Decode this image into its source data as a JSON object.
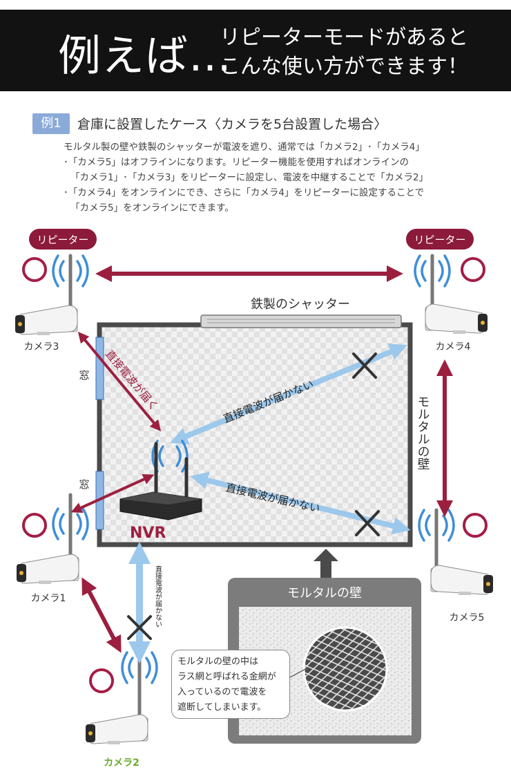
{
  "header": {
    "title_big": "例えば…",
    "title_line1": "リピーターモードがあると",
    "title_line2": "こんな使い方ができます！"
  },
  "example": {
    "badge": "例1",
    "title": "倉庫に設置したケース〈カメラを5台設置した場合〉",
    "description_lines": [
      "モルタル製の壁や鉄製のシャッターが電波を遮り、通常では「カメラ2」･「カメラ4」",
      "･「カメラ5」はオフラインになります。リピーター機能を使用すればオンラインの",
      "「カメラ1」･「カメラ3」をリピーターに設定し、電波を中継することで「カメラ2」",
      "･「カメラ4」をオンラインにでき、さらに「カメラ4」をリピーターに設定することで",
      "「カメラ5」をオンラインにできます。"
    ]
  },
  "diagram": {
    "repeater_label": "リピーター",
    "shutter_label": "鉄製のシャッター",
    "window_label": "窓",
    "wall_label_vertical": "モルタルの壁",
    "nvr_label": "NVR",
    "signal_reaches": "直接電波が届く",
    "signal_not_reach": "直接電波が届かない",
    "mortar_panel_title": "モルタルの壁",
    "mortar_note_lines": [
      "モルタルの壁の中は",
      "ラス網と呼ばれる金網が",
      "入っているので電波を",
      "遮断してしまいます。"
    ],
    "cameras": [
      {
        "label": "カメラ1"
      },
      {
        "label": "カメラ2"
      },
      {
        "label": "カメラ3"
      },
      {
        "label": "カメラ4"
      },
      {
        "label": "カメラ5"
      }
    ]
  },
  "colors": {
    "header_bg": "#121212",
    "badge": "#8aaad8",
    "repeater_badge": "#8c1a3a",
    "arrow_red": "#9c1f3f",
    "arrow_blue": "#9cc8ec",
    "online_ring": "#a41d45",
    "wifi_blue": "#3e8ed8",
    "camera2_label": "#6aaa2a"
  }
}
